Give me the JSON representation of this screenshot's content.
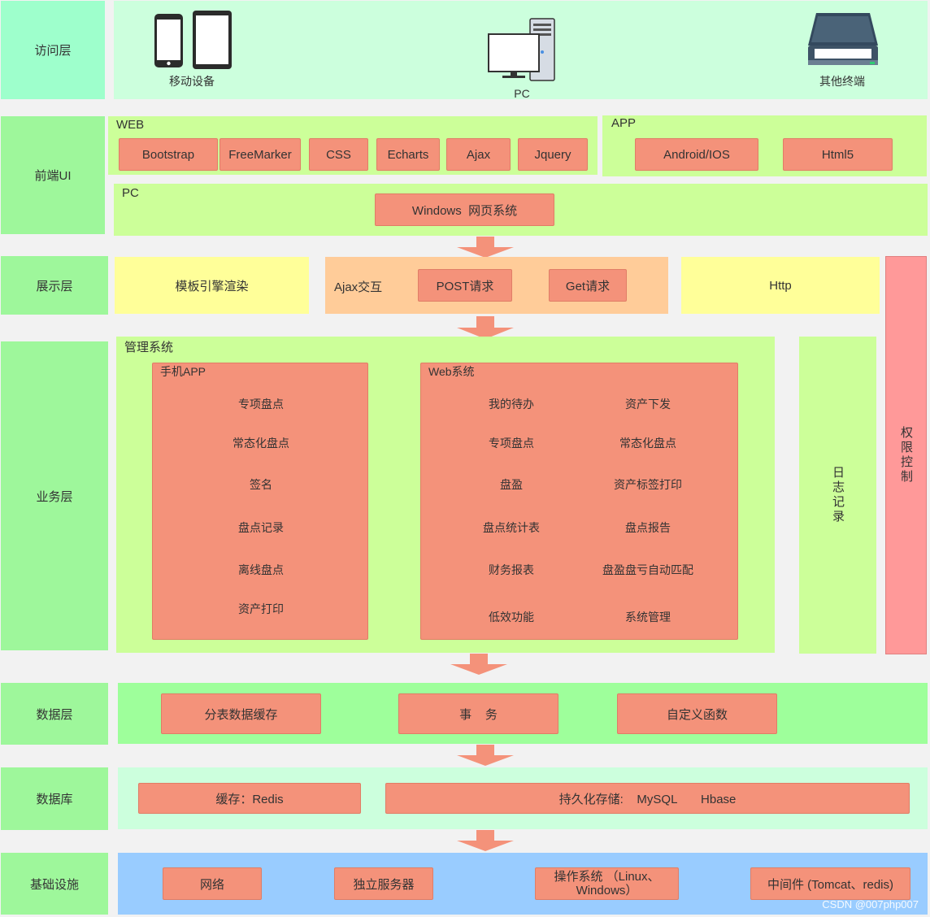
{
  "layers": {
    "access": "访问层",
    "frontend": "前端UI",
    "display": "展示层",
    "business": "业务层",
    "data": "数据层",
    "database": "数据库",
    "infra": "基础设施"
  },
  "access": {
    "mobile": "移动设备",
    "pc": "PC",
    "other": "其他终端"
  },
  "frontend": {
    "web_title": "WEB",
    "web_items": [
      "Bootstrap",
      "FreeMarker",
      "CSS",
      "Echarts",
      "Ajax",
      "Jquery"
    ],
    "app_title": "APP",
    "app_items": [
      "Android/IOS",
      "Html5"
    ],
    "pc_title": "PC",
    "pc_item": "Windows  网页系统"
  },
  "display": {
    "template": "模板引擎渲染",
    "ajax": "Ajax交互",
    "post": "POST请求",
    "get": "Get请求",
    "http": "Http"
  },
  "business": {
    "system_title": "管理系统",
    "app_title": "手机APP",
    "app_items": [
      "专项盘点",
      "常态化盘点",
      "签名",
      "盘点记录",
      "离线盘点",
      "资产打印"
    ],
    "web_title": "Web系统",
    "web_left": [
      "我的待办",
      "专项盘点",
      "盘盈",
      "盘点统计表",
      "财务报表",
      "低效功能"
    ],
    "web_right": [
      "资产下发",
      "常态化盘点",
      "资产标签打印",
      "盘点报告",
      "盘盈盘亏自动匹配",
      "系统管理"
    ],
    "log": "日志记录",
    "auth": "权限控制"
  },
  "data": {
    "items": [
      "分表数据缓存",
      "事    务",
      "自定义函数"
    ]
  },
  "database": {
    "cache": "缓存：Redis",
    "persist": "持久化存储:    MySQL       Hbase"
  },
  "infra": {
    "items": [
      "网络",
      "独立服务器",
      "操作系统 （Linux、Windows）",
      "中间件 (Tomcat、redis)"
    ]
  },
  "watermark": "CSDN @007php007"
}
